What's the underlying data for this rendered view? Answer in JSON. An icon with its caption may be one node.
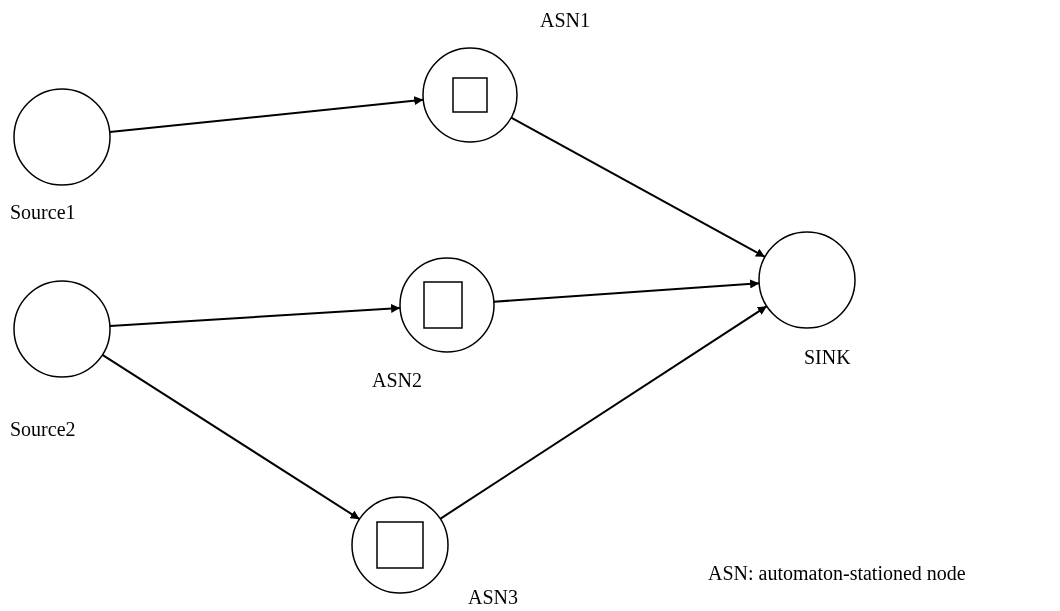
{
  "diagram": {
    "nodes": [
      {
        "text": [
          "Source1"
        ]
      },
      {
        "text": [
          "Source2"
        ]
      },
      {
        "text": [
          "ASN1"
        ]
      },
      {
        "text": [
          "ASN2"
        ]
      },
      {
        "text": [
          "ASN3"
        ]
      },
      {
        "text": [
          "SINK"
        ]
      }
    ],
    "edges": [
      {
        "from": 0,
        "to": 2,
        "arrow": "to"
      },
      {
        "from": 1,
        "to": 3,
        "arrow": "to"
      },
      {
        "from": 1,
        "to": 4,
        "arrow": "to"
      },
      {
        "from": 2,
        "to": 5,
        "arrow": "to"
      },
      {
        "from": 3,
        "to": 5,
        "arrow": "to"
      },
      {
        "from": 4,
        "to": 5,
        "arrow": "to"
      }
    ],
    "labels": [
      "ASN: automaton-stationed node"
    ]
  }
}
